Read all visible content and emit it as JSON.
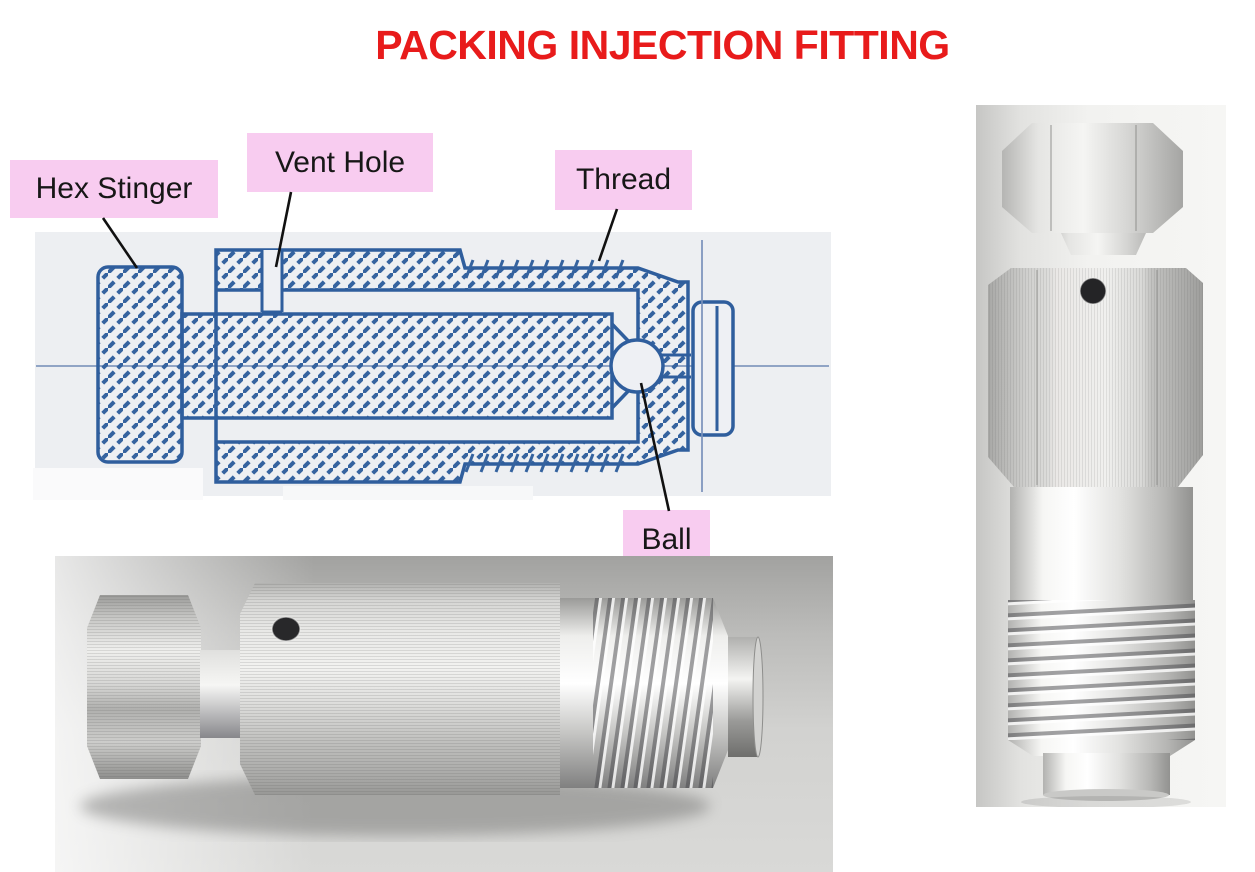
{
  "title": {
    "text": "PACKING INJECTION FITTING",
    "color": "#e81b1b"
  },
  "callouts": {
    "hex_stinger": "Hex Stinger",
    "vent_hole": "Vent Hole",
    "thread": "Thread",
    "ball": "Ball"
  },
  "colors": {
    "callout_background": "#f8ccf0",
    "callout_text": "#171717",
    "leader_line": "#111111",
    "blueprint_line": "#35639f",
    "blueprint_background": "#edeff2",
    "photo_metal_highlight": "#ffffff",
    "photo_metal_shadow": "#808080"
  },
  "figures": {
    "diagram": "cross-section blueprint of packing injection fitting",
    "photo_horizontal": "photo of fitting lying horizontally",
    "photo_vertical": "photo of fitting standing vertically"
  }
}
